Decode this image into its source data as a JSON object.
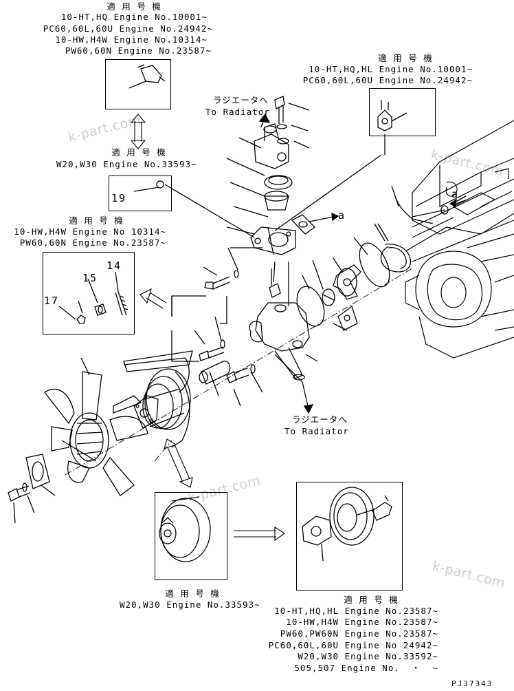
{
  "applicability_title": "適 用 号 機",
  "block1": [
    "10-HT,HQ Engine No.10001~",
    "PC60,60L,60U Engine No.24942~",
    "10-HW,H4W Engine No.10314~",
    "PW60,60N Engine No.23587~"
  ],
  "block2": [
    "10-HT,HQ,HL Engine No.10001~",
    "PC60,60L,60U Engine No.24942~"
  ],
  "block3": [
    "W20,W30 Engine No.33593~"
  ],
  "block4": [
    "10-HW,H4W Engine No 10314~",
    "PW60,60N Engine No.23587~"
  ],
  "block5": [
    "W20,W30 Engine No.33593~"
  ],
  "block6": [
    "10-HT,HQ,HL Engine No.23587~",
    "10-HW,H4W Engine No.23587~",
    "PW60,PW60N Engine No.23587~",
    "PC60,60L,60U Engine No 24942~",
    "W20,W30 Engine No.33592~",
    "505,507 Engine No.  ・  ~"
  ],
  "radiator_top": {
    "jp": "ラジエータへ",
    "en": "To Radiator"
  },
  "radiator_bottom": {
    "jp": "ラジエータへ",
    "en": "To Radiator"
  },
  "callouts": {
    "c19": "19",
    "c14": "14",
    "c15": "15",
    "c17": "17",
    "a1": "a",
    "a2": "a"
  },
  "watermark": "k-part.com",
  "drawing_number": "PJ37343",
  "colors": {
    "line": "#000000",
    "watermark": "#cfcfcf"
  }
}
